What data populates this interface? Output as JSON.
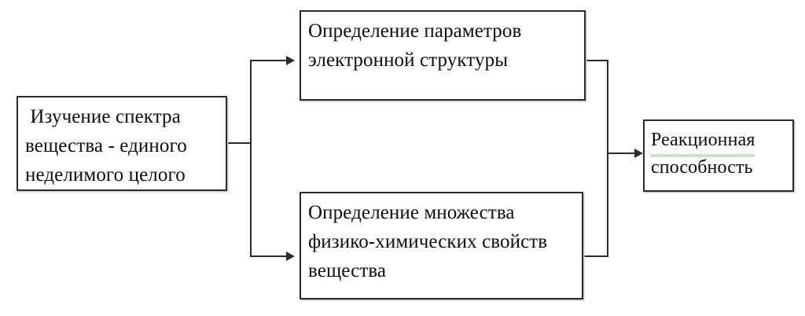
{
  "diagram": {
    "type": "flowchart",
    "title": "",
    "background_color": "#ffffff",
    "line_color": "#2b2b2b",
    "text_color": "#0d0d0d",
    "spellcheck_squiggle_color": "#3f9b3f",
    "nodes": [
      {
        "id": "source",
        "text": " Изучение спектра вещества - единого неделимого целого",
        "role": "start"
      },
      {
        "id": "electronic",
        "text": "Определение параметров электронной структуры",
        "role": "process"
      },
      {
        "id": "physchem",
        "text": "Определение множества физико-химических свойств вещества",
        "role": "process"
      },
      {
        "id": "reactivity",
        "text_part_flagged": "Реакционная",
        "text_part_rest": " способность",
        "role": "result"
      }
    ],
    "edges": [
      {
        "from": "source",
        "to": "electronic",
        "style": "orthogonal-arrow"
      },
      {
        "from": "source",
        "to": "physchem",
        "style": "orthogonal-arrow"
      },
      {
        "from": "electronic",
        "to": "reactivity",
        "style": "orthogonal-arrow"
      },
      {
        "from": "physchem",
        "to": "reactivity",
        "style": "orthogonal-arrow"
      }
    ]
  }
}
